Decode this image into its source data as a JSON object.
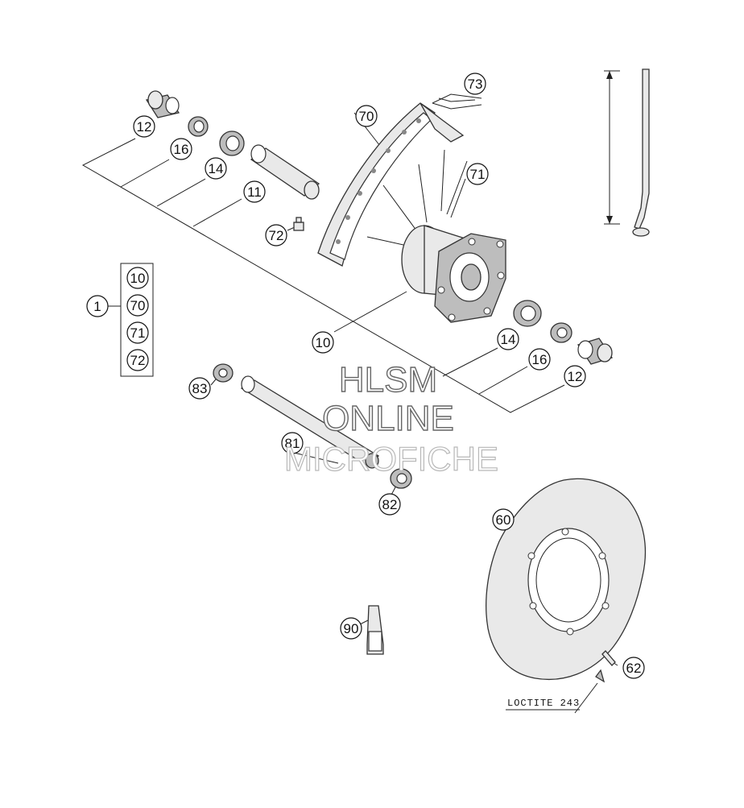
{
  "callouts": {
    "c12a": "12",
    "c16a": "16",
    "c14a": "14",
    "c11": "11",
    "c70": "70",
    "c73": "73",
    "c71": "71",
    "c72": "72",
    "c1": "1",
    "k10": "10",
    "k70": "70",
    "k71": "71",
    "k72": "72",
    "c10": "10",
    "c14b": "14",
    "c16b": "16",
    "c12b": "12",
    "c83": "83",
    "c81": "81",
    "c82": "82",
    "c60": "60",
    "c90": "90",
    "c62": "62"
  },
  "notes": {
    "loctite": "LOCTITE 243"
  },
  "watermark": {
    "line1": "HLSM",
    "line2": "ONLINE",
    "line3": "MICROFICHE"
  }
}
